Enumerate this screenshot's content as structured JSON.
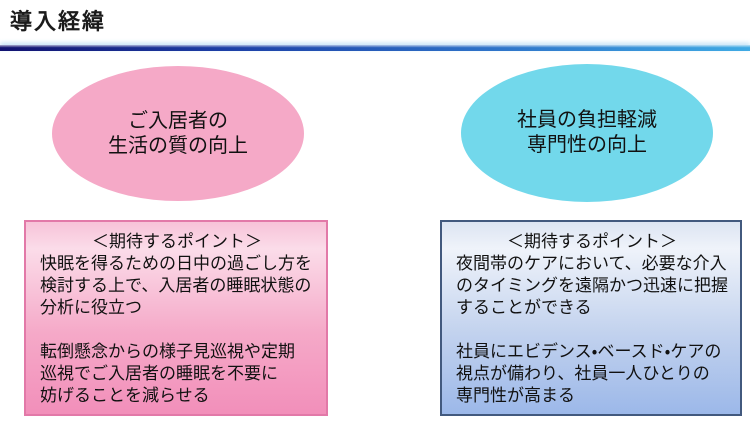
{
  "title": "導入経緯",
  "left": {
    "ellipse_text": "ご入居者の\n生活の質の向上",
    "box": {
      "heading": "＜期待するポイント＞",
      "p1": "快眠を得るための日中の過ごし方を\n検討する上で、入居者の睡眠状態の\n分析に役立つ",
      "p2": "転倒懸念からの様子見巡視や定期\n巡視でご入居者の睡眠を不要に\n妨げることを減らせる"
    }
  },
  "right": {
    "ellipse_text": "社員の負担軽減\n専門性の向上",
    "box": {
      "heading": "＜期待するポイント＞",
      "p1": "夜間帯のケアにおいて、必要な介入\nのタイミングを遠隔かつ迅速に把握\nすることができる",
      "p2": "社員にエビデンス・ベースド・ケアの\n視点が備わり、社員一人ひとりの\n専門性が高まる"
    }
  },
  "colors": {
    "title_color": "#1b1b1b",
    "divider_left": "#121270",
    "divider_right": "#3faae4",
    "pink_ellipse": "#f5a9c7",
    "cyan_ellipse": "#72d8eb",
    "pink_box_border": "#e279a8",
    "pink_box_bottom": "#f28fba",
    "blue_box_border": "#42597e",
    "blue_box_bottom": "#9cb8e9"
  }
}
